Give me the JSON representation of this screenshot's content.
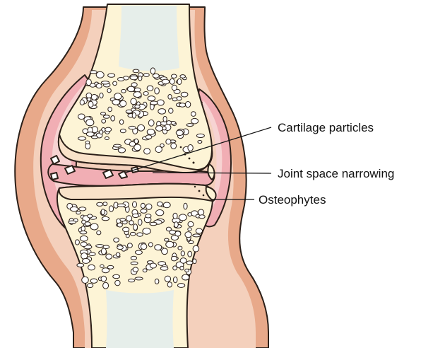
{
  "labels": [
    {
      "id": "cartilage",
      "text": "Cartilage particles"
    },
    {
      "id": "joint",
      "text": "Joint space narrowing"
    },
    {
      "id": "osteo",
      "text": "Osteophytes"
    }
  ],
  "colors": {
    "skin": "#e8a98a",
    "skin_inner": "#f4d0bc",
    "synovium": "#f1aeb4",
    "synovium_light": "#f7d3d2",
    "bone": "#fdf4d6",
    "cartilage": "#f9e2c9",
    "marrow_cavity": "#e6eeea",
    "outline": "#2b1f18"
  }
}
